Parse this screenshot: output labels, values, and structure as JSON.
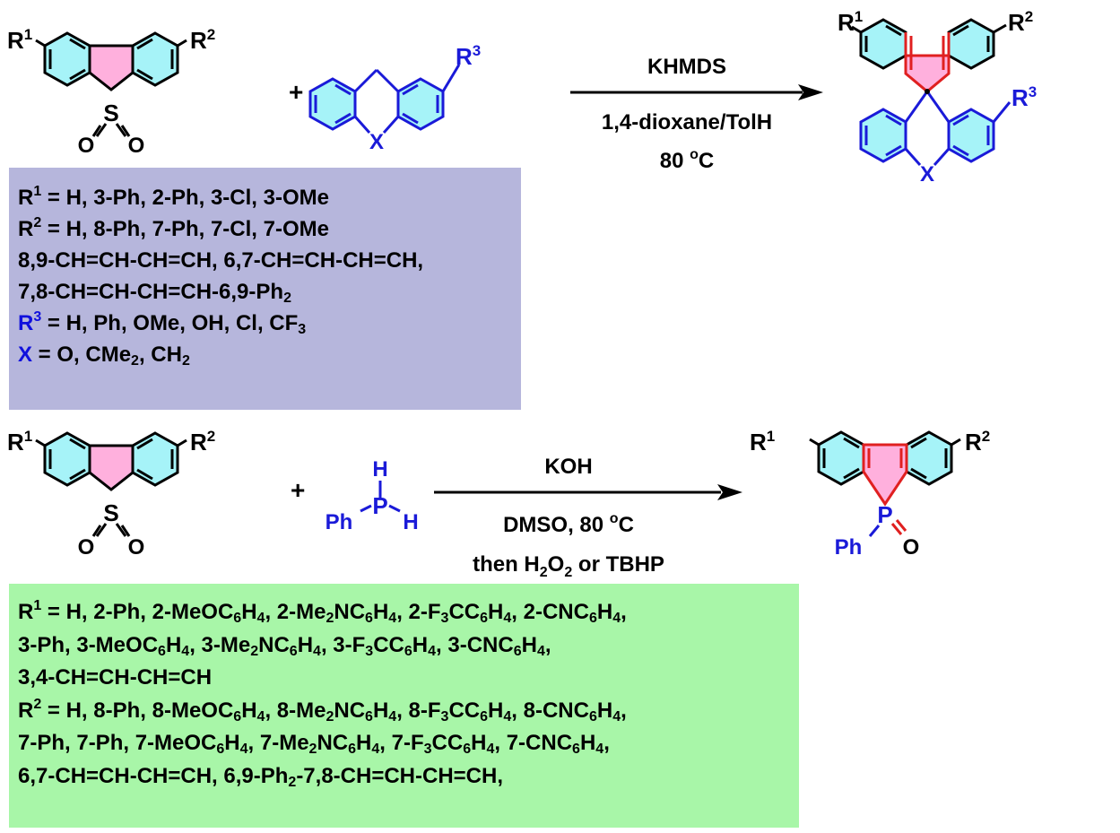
{
  "colors": {
    "pink_ring": "#ffb0dd",
    "cyan_ring": "#a6f3f8",
    "blue_bond": "#1a1ad8",
    "red_bond": "#e02020",
    "lavender_box": "#b6b6dc",
    "green_box": "#a8f6a8"
  },
  "reaction1": {
    "reagent": "KHMDS",
    "solvent": "1,4-dioxane/TolH",
    "temperature": "80",
    "temp_sup": "o",
    "temp_unit": "C",
    "plus": "+"
  },
  "reaction2": {
    "reagent": "KOH",
    "cond_solvent": "DMSO, 80",
    "temp_sup": "o",
    "temp_unit": "C",
    "then_prefix": "then H",
    "h2o2_sub1": "2",
    "h2o2_o": "O",
    "h2o2_sub2": "2",
    "then_suffix": " or TBHP",
    "plus": "+"
  },
  "labels": {
    "R": "R",
    "sup1": "1",
    "sup2": "2",
    "sup3": "3",
    "S": "S",
    "O": "O",
    "X": "X",
    "P": "P",
    "H": "H",
    "Ph": "Ph"
  },
  "box1": {
    "r1_sym": "R",
    "r1_sup": "1",
    "r1_text": " = H, 3-Ph, 2-Ph, 3-Cl, 3-OMe",
    "r2_sym": "R",
    "r2_sup": "2",
    "r2_text": " = H, 8-Ph, 7-Ph, 7-Cl, 7-OMe",
    "line3": "8,9-CH=CH-CH=CH, 6,7-CH=CH-CH=CH,",
    "line4_text": "7,8-CH=CH-CH=CH-6,9-Ph",
    "line4_sub": "2",
    "r3_sym": "R",
    "r3_sup": "3",
    "r3_text": " = H, Ph, OMe, OH, Cl, CF",
    "r3_sub": "3",
    "x_sym": "X",
    "x_text": " = O, CMe",
    "x_sub": "2",
    "x_tail": ", CH",
    "x_sub2": "2"
  },
  "box2": {
    "r1_sym": "R",
    "r1_sup": "1",
    "r1_l1": " = H, 2-Ph, 2-MeOC",
    "r1_l1_s1": "6",
    "r1_l1_a": "H",
    "r1_l1_s2": "4",
    "r1_l1_b": ", 2-Me",
    "r1_l1_s3": "2",
    "r1_l1_c": "NC",
    "r1_l1_s4": "6",
    "r1_l1_d": "H",
    "r1_l1_s5": "4",
    "r1_l1_e": ", 2-F",
    "r1_l1_s6": "3",
    "r1_l1_f": "CC",
    "r1_l1_s7": "6",
    "r1_l1_g": "H",
    "r1_l1_s8": "4",
    "r1_l1_h": ", 2-CNC",
    "r1_l1_s9": "6",
    "r1_l1_i": "H",
    "r1_l1_s10": "4",
    "r1_l1_j": ",",
    "r1_l2_a": "3-Ph, 3-MeOC",
    "r1_l2_s1": "6",
    "r1_l2_b": "H",
    "r1_l2_s2": "4",
    "r1_l2_c": ", 3-Me",
    "r1_l2_s3": "2",
    "r1_l2_d": "NC",
    "r1_l2_s4": "6",
    "r1_l2_e": "H",
    "r1_l2_s5": "4",
    "r1_l2_f": ", 3-F",
    "r1_l2_s6": "3",
    "r1_l2_g": "CC",
    "r1_l2_s7": "6",
    "r1_l2_h": "H",
    "r1_l2_s8": "4",
    "r1_l2_i": ", 3-CNC",
    "r1_l2_s9": "6",
    "r1_l2_j": "H",
    "r1_l2_s10": "4",
    "r1_l2_k": ",",
    "r1_l3": "3,4-CH=CH-CH=CH",
    "r2_sym": "R",
    "r2_sup": "2",
    "r2_l1": " = H, 8-Ph, 8-MeOC",
    "r2_l1_s1": "6",
    "r2_l1_a": "H",
    "r2_l1_s2": "4",
    "r2_l1_b": ", 8-Me",
    "r2_l1_s3": "2",
    "r2_l1_c": "NC",
    "r2_l1_s4": "6",
    "r2_l1_d": "H",
    "r2_l1_s5": "4",
    "r2_l1_e": ", 8-F",
    "r2_l1_s6": "3",
    "r2_l1_f": "CC",
    "r2_l1_s7": "6",
    "r2_l1_g": "H",
    "r2_l1_s8": "4",
    "r2_l1_h": ", 8-CNC",
    "r2_l1_s9": "6",
    "r2_l1_i": "H",
    "r2_l1_s10": "4",
    "r2_l1_j": ",",
    "r2_l2_a": "7-Ph, 7-Ph, 7-MeOC",
    "r2_l2_s1": "6",
    "r2_l2_b": "H",
    "r2_l2_s2": "4",
    "r2_l2_c": ", 7-Me",
    "r2_l2_s3": "2",
    "r2_l2_d": "NC",
    "r2_l2_s4": "6",
    "r2_l2_e": "H",
    "r2_l2_s5": "4",
    "r2_l2_f": ", 7-F",
    "r2_l2_s6": "3",
    "r2_l2_g": "CC",
    "r2_l2_s7": "6",
    "r2_l2_h": "H",
    "r2_l2_s8": "4",
    "r2_l2_i": ", 7-CNC",
    "r2_l2_s9": "6",
    "r2_l2_j": "H",
    "r2_l2_s10": "4",
    "r2_l2_k": ",",
    "r2_l3_a": "6,7-CH=CH-CH=CH, 6,9-Ph",
    "r2_l3_s1": "2",
    "r2_l3_b": "-7,8-CH=CH-CH=CH,"
  }
}
